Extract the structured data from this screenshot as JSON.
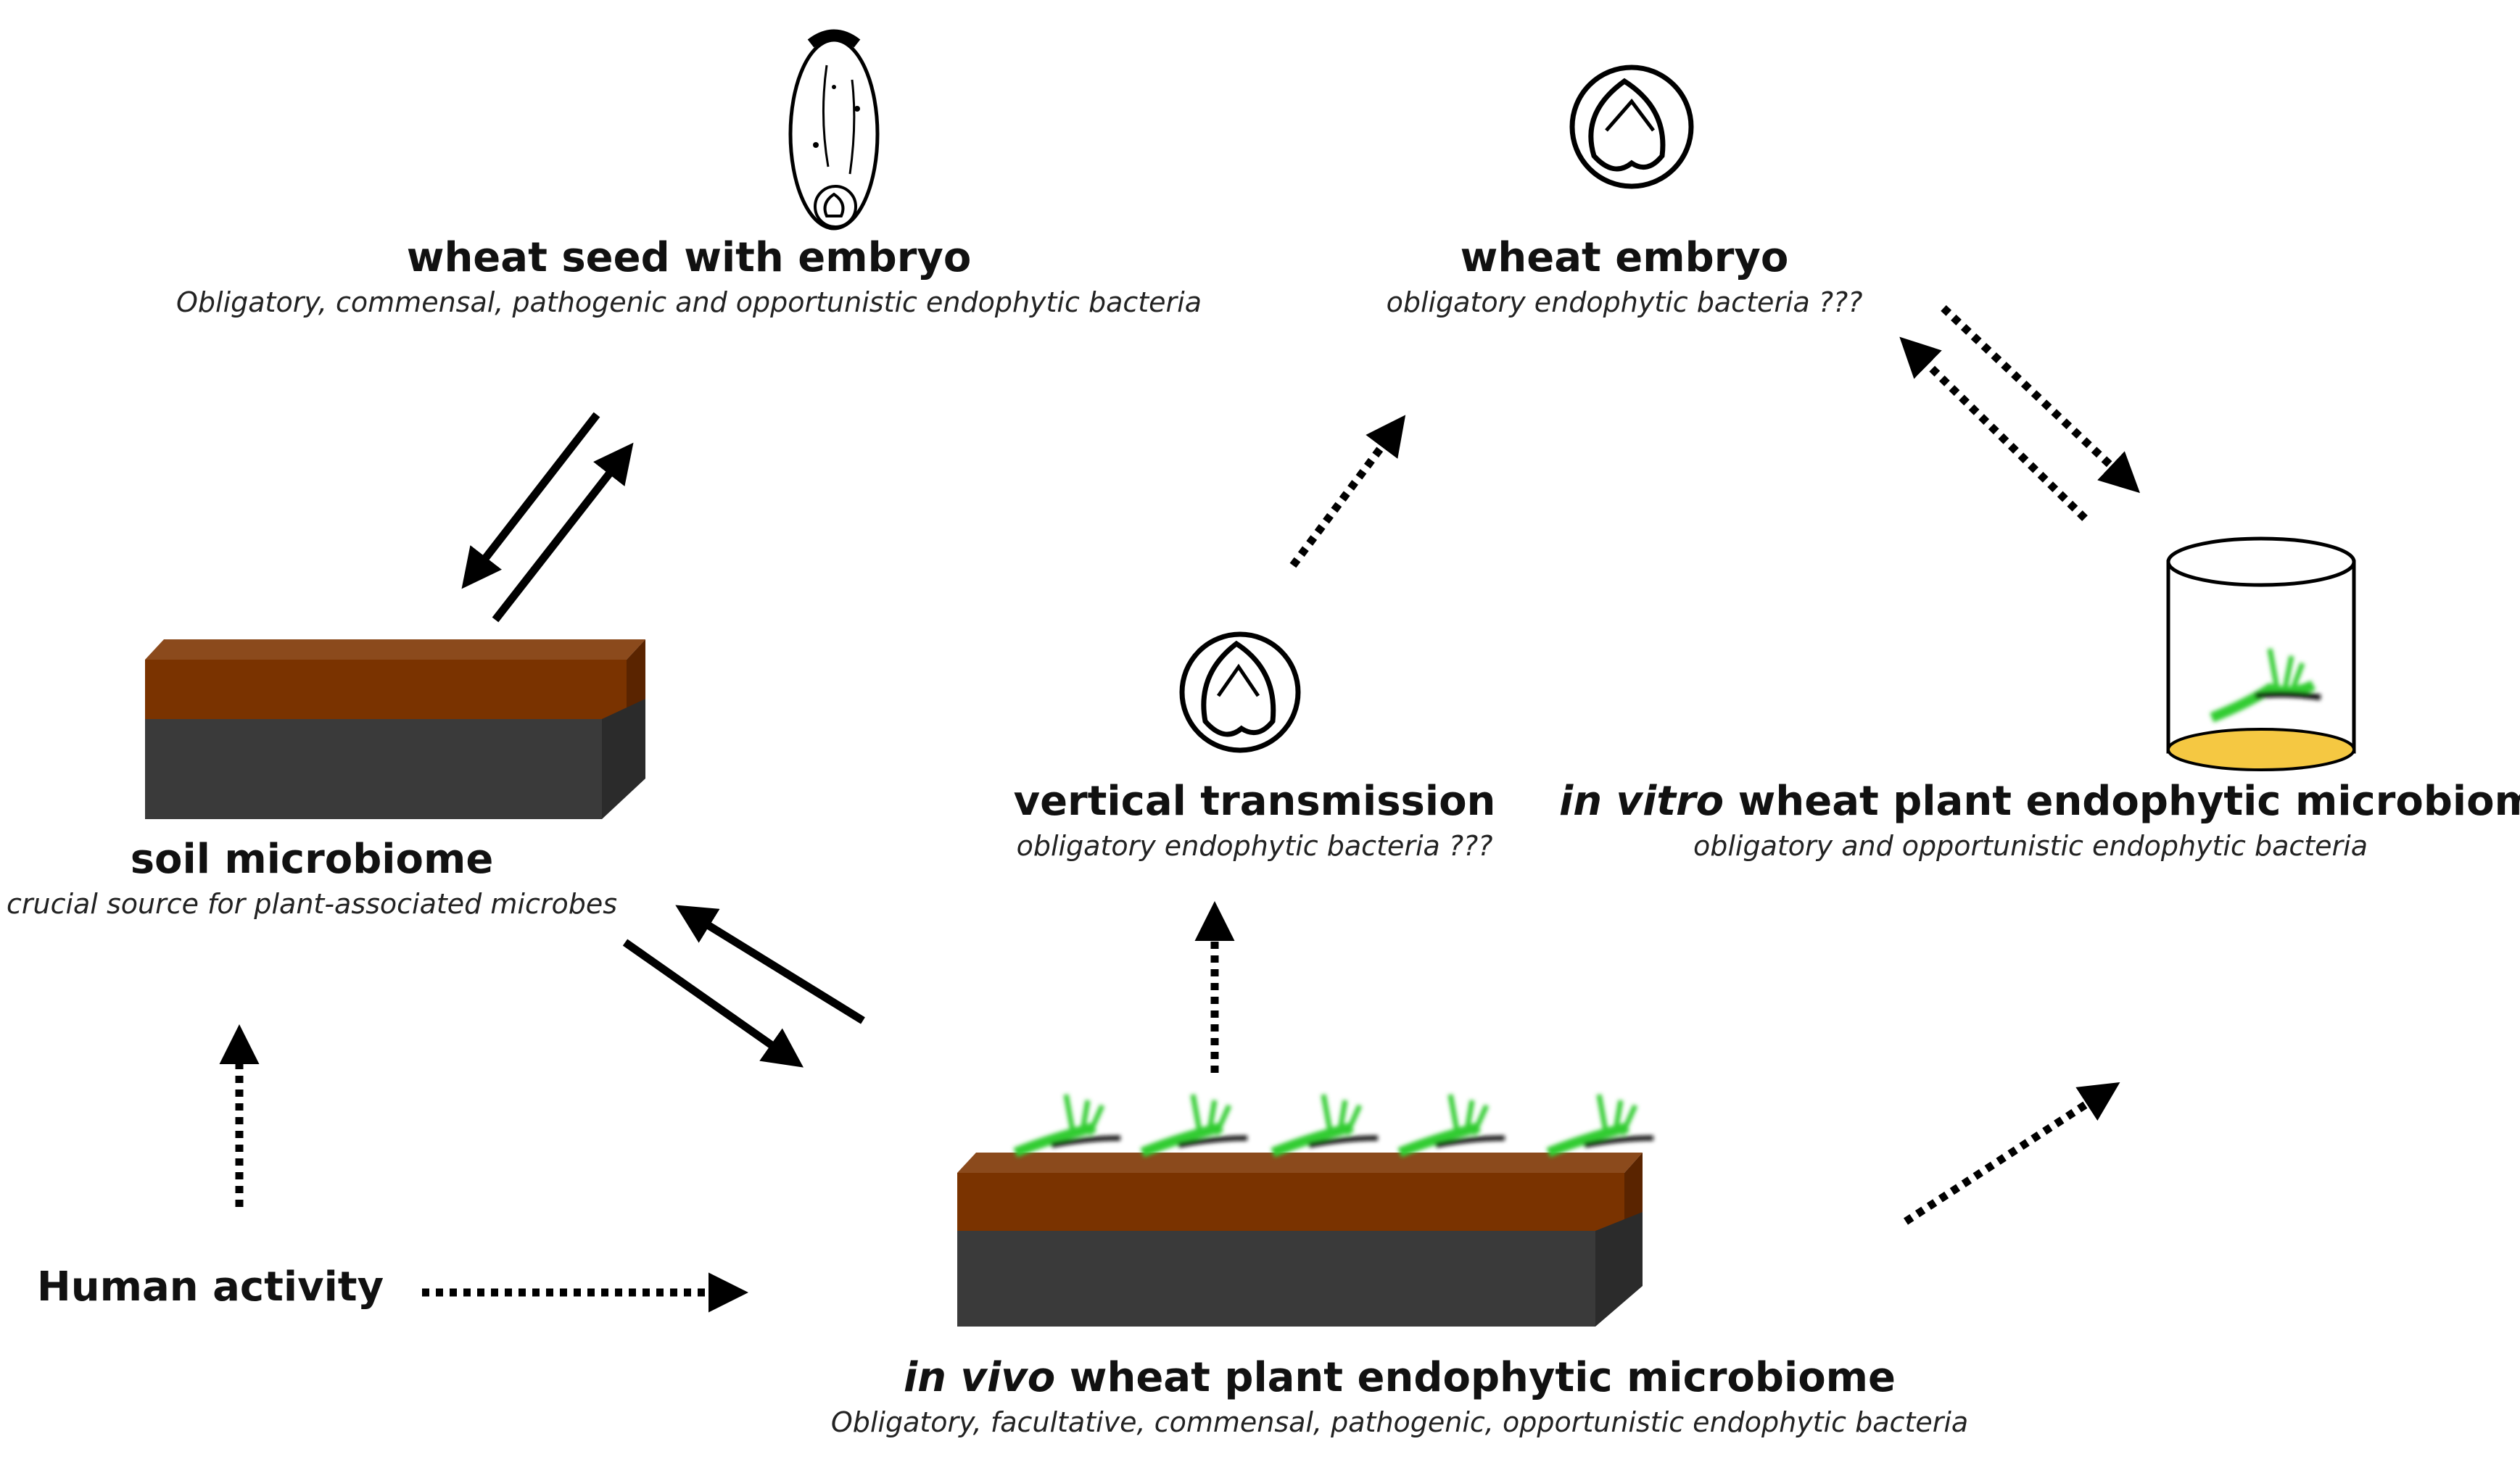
{
  "nodes": {
    "wheat_seed": {
      "title": "wheat seed with embryo",
      "subtitle": "Obligatory, commensal, pathogenic and opportunistic endophytic bacteria"
    },
    "wheat_embryo": {
      "title": "wheat embryo",
      "subtitle": "obligatory endophytic bacteria ???"
    },
    "soil_microbiome": {
      "title": "soil microbiome",
      "subtitle": "crucial source for plant-associated microbes"
    },
    "vertical_transmission": {
      "title": "vertical transmission",
      "subtitle": "obligatory endophytic bacteria ???"
    },
    "in_vitro": {
      "title_italic": "in vitro",
      "title_rest": " wheat plant endophytic microbiome",
      "subtitle": "obligatory and opportunistic endophytic bacteria"
    },
    "human_activity": {
      "title": "Human activity"
    },
    "in_vivo": {
      "title_italic": "in vivo",
      "title_rest": " wheat plant endophytic microbiome",
      "subtitle": "Obligatory, facultative, commensal, pathogenic, opportunistic endophytic bacteria"
    }
  },
  "colors": {
    "soil_top": "#7a3300",
    "soil_side": "#3a3a3a",
    "soil_top_face": "#8b4a1c",
    "plant_green": "#33cc33",
    "agar": "#f5c842",
    "ink": "#000000"
  },
  "icons": [
    "seed-icon",
    "embryo-icon",
    "soil-block-icon",
    "plant-pot-icon",
    "test-tube-icon",
    "seedling-icon"
  ]
}
